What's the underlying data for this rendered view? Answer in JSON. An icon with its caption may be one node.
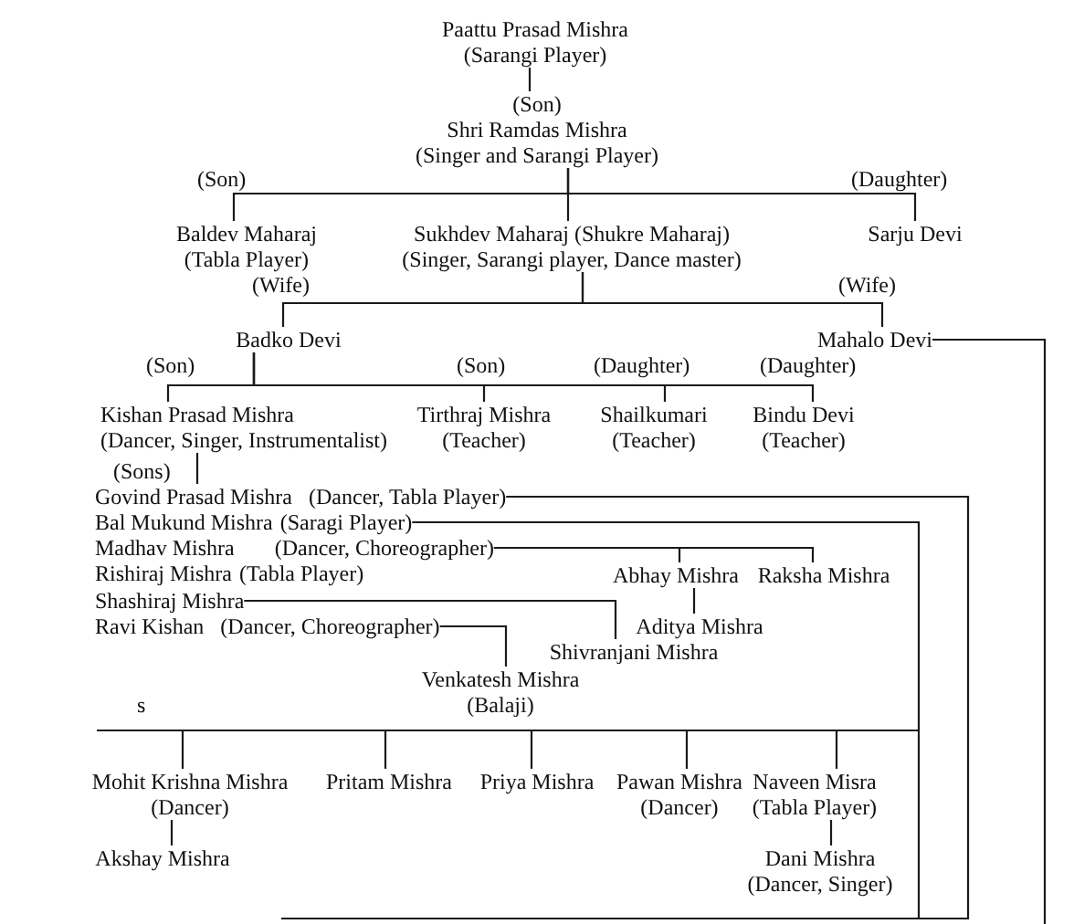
{
  "diagram": {
    "nodes": [
      {
        "text": [
          "Paattu Prasad Mishra",
          "(Sarangi Player)"
        ]
      },
      {
        "text": [
          "(Son)",
          "Shri Ramdas Mishra",
          "(Singer and Sarangi Player)"
        ]
      },
      {
        "text": [
          "Baldev Maharaj",
          "(Tabla Player)"
        ],
        "beside": [
          "(Son)"
        ]
      },
      {
        "text": [
          "Sukhdev Maharaj (Shukre Maharaj)",
          "(Singer, Sarangi player, Dance master)"
        ]
      },
      {
        "text": [
          "Sarju Devi"
        ],
        "beside": [
          "(Daughter)"
        ]
      },
      {
        "text": [
          "Badko Devi"
        ]
      },
      {
        "text": [
          "Mahalo Devi"
        ],
        "beside": [
          "(Wife)"
        ]
      },
      {
        "text": [
          "Kishan Prasad Mishra",
          "(Dancer, Singer, Instrumentalist)"
        ],
        "beside": [
          "(Son)"
        ]
      },
      {
        "text": [
          "Tirthraj Mishra",
          "(Teacher)"
        ],
        "beside": [
          "(Son)"
        ]
      },
      {
        "text": [
          "Shailkumari",
          "(Teacher)"
        ],
        "beside": [
          "(Daughter)"
        ]
      },
      {
        "text": [
          "Bindu Devi",
          "(Teacher)"
        ]
      },
      {
        "text": [
          "Govind Prasad Mishra",
          "(Dancer, Tabla Player)"
        ]
      },
      {
        "text": [
          "Bal Mukund Mishra",
          "(Saragi Player)"
        ]
      },
      {
        "text": [
          "Madhav Mishra",
          "(Dancer, Choreographer)"
        ]
      },
      {
        "text": [
          "Rishiraj Mishra",
          "(Tabla Player)"
        ]
      },
      {
        "text": [
          "Shashiraj Mishra"
        ]
      },
      {
        "text": [
          "Ravi Kishan",
          "(Dancer, Choreographer)"
        ]
      },
      {
        "text": [
          "Abhay Mishra"
        ]
      },
      {
        "text": [
          "Raksha Mishra"
        ]
      },
      {
        "text": [
          "Aditya Mishra"
        ]
      },
      {
        "text": [
          "Shivranjani Mishra"
        ]
      },
      {
        "text": [
          "Venkatesh Mishra",
          "(Balaji)"
        ]
      },
      {
        "text": [
          "Mohit Krishna Mishra",
          "(Dancer)"
        ]
      },
      {
        "text": [
          "Pritam Mishra"
        ]
      },
      {
        "text": [
          "Priya Mishra"
        ]
      },
      {
        "text": [
          "Pawan Mishra",
          "(Dancer)"
        ]
      },
      {
        "text": [
          "Naveen Misra",
          "(Tabla Player)"
        ]
      },
      {
        "text": [
          "Akshay Mishra"
        ]
      },
      {
        "text": [
          "Dani Mishra",
          "(Dancer, Singer)"
        ]
      }
    ],
    "edges": [
      {
        "from": 0,
        "to": 1,
        "arrow": "none"
      },
      {
        "from": 1,
        "to": 2,
        "arrow": "none"
      },
      {
        "from": 1,
        "to": 3,
        "arrow": "none"
      },
      {
        "from": 1,
        "to": 4,
        "arrow": "none"
      },
      {
        "from": 3,
        "to": 5,
        "arrow": "none"
      },
      {
        "from": 3,
        "to": 6,
        "arrow": "none"
      },
      {
        "from": 6,
        "to": null,
        "arrow": "none"
      },
      {
        "from": 5,
        "to": 7,
        "arrow": "none"
      },
      {
        "from": 5,
        "to": 8,
        "arrow": "none"
      },
      {
        "from": 5,
        "to": 9,
        "arrow": "none"
      },
      {
        "from": 5,
        "to": 10,
        "arrow": "none"
      },
      {
        "from": 7,
        "to": 11,
        "arrow": "none"
      },
      {
        "from": 11,
        "to": null,
        "arrow": "none"
      },
      {
        "from": 12,
        "to": 22,
        "arrow": "none"
      },
      {
        "from": 12,
        "to": 23,
        "arrow": "none"
      },
      {
        "from": 12,
        "to": 24,
        "arrow": "none"
      },
      {
        "from": 12,
        "to": 25,
        "arrow": "none"
      },
      {
        "from": 12,
        "to": 26,
        "arrow": "none"
      },
      {
        "from": 13,
        "to": 17,
        "arrow": "none"
      },
      {
        "from": 13,
        "to": 18,
        "arrow": "none"
      },
      {
        "from": 17,
        "to": 19,
        "arrow": "none"
      },
      {
        "from": 15,
        "to": 20,
        "arrow": "none"
      },
      {
        "from": 16,
        "to": 21,
        "arrow": "none"
      },
      {
        "from": 22,
        "to": 27,
        "arrow": "none"
      },
      {
        "from": 26,
        "to": 28,
        "arrow": "none"
      }
    ],
    "labels": [
      "(Wife)",
      "(Daughter)",
      "(Sons)",
      "s"
    ]
  }
}
